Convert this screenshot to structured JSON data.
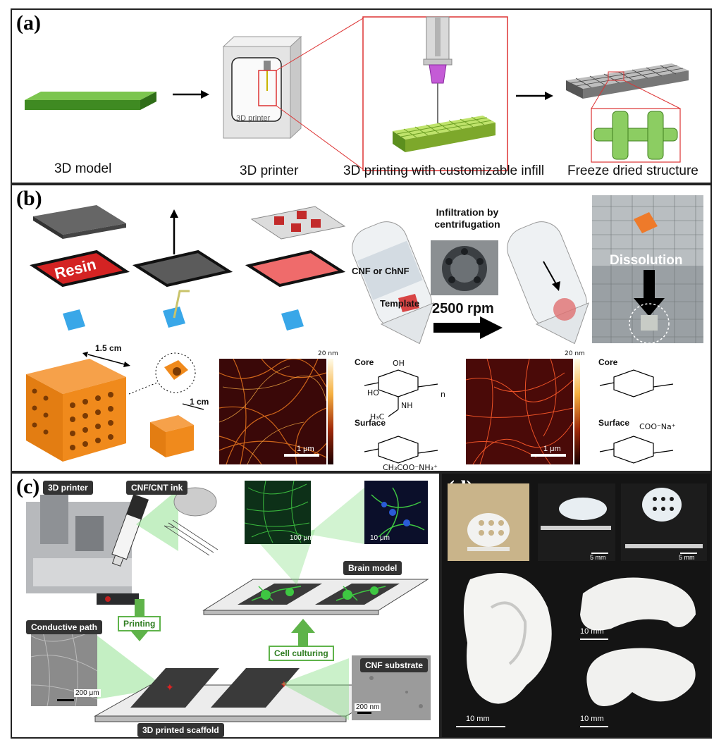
{
  "panels": {
    "a": {
      "label": "(a)",
      "captions": [
        "3D model",
        "3D printer",
        "3D printing with customizable infill",
        "Freeze dried structure"
      ],
      "printer_text": "3D printer"
    },
    "b": {
      "label": "(b)",
      "resin": "Resin",
      "infiltration": "Infiltration by\ncentrifugation",
      "cnf": "CNF or ChNF",
      "template": "Template",
      "rpm": "2500 rpm",
      "dissolution": "Dissolution",
      "size_15": "1.5 cm",
      "size_1": "1 cm",
      "afm_max": "20 nm",
      "afm_scale": "1 μm",
      "core": "Core",
      "surface": "Surface",
      "chem_a_oh": "OH",
      "chem_a_ho": "HO",
      "chem_a_nh": "NH",
      "chem_a_ch3": "H₃C",
      "chem_a_n": "n",
      "chem_a_surface_group": "CH₃COO⁻NH₃⁺",
      "chem_b_surface_group": "COO⁻Na⁺"
    },
    "c": {
      "label": "(c)",
      "printer": "3D printer",
      "ink": "CNF/CNT ink",
      "printing": "Printing",
      "conductive": "Conductive path",
      "cell": "Cell culturing",
      "brain": "Brain model",
      "substrate": "CNF substrate",
      "scaffold": "3D printed scaffold",
      "scale_100": "100 μm",
      "scale_10": "10 μm",
      "scale_200a": "200 μm",
      "scale_200b": "200 nm"
    },
    "d": {
      "label": "(d)",
      "scale_5a": "5 mm",
      "scale_5b": "5 mm",
      "scale_10a": "10 mm",
      "scale_10b": "10 mm",
      "scale_10c": "10 mm"
    }
  },
  "colors": {
    "green_block": "#4d9a2a",
    "resin_red": "#d42323",
    "orange_lattice": "#f08a1c",
    "afm_dark": "#3a0808",
    "cell_green": "#3ec742"
  }
}
